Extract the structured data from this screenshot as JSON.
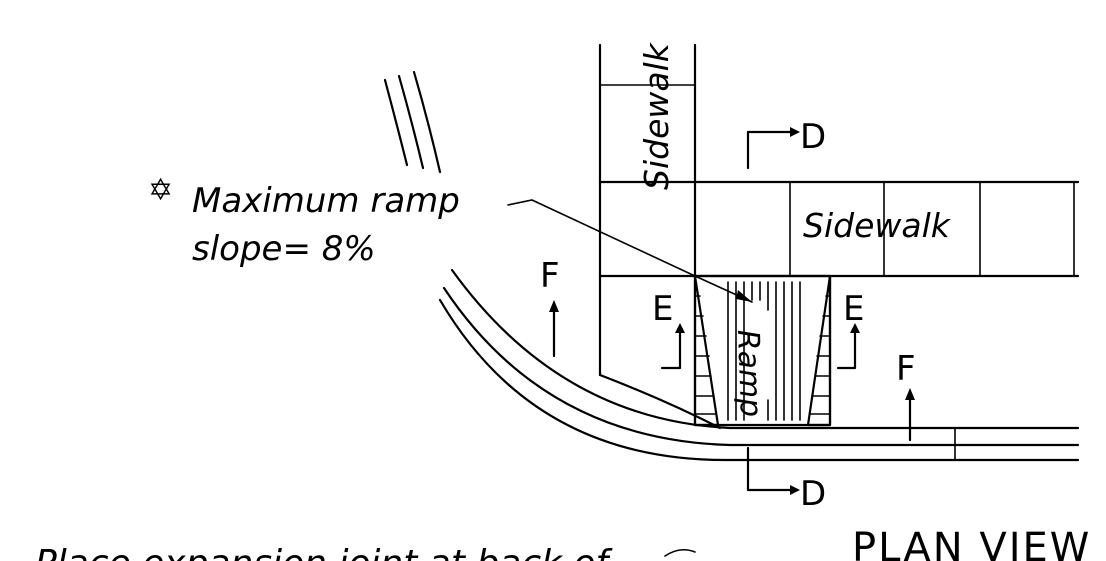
{
  "labels": {
    "sidewalk_vertical": "Sidewalk",
    "sidewalk_horizontal": "Sidewalk",
    "ramp": "Ramp",
    "note_line1": "Maximum ramp",
    "note_line2": "slope= 8%",
    "note_symbol": "✡",
    "bottom_note": "Place expansion joint at back of",
    "plan_view": "PLAN VIEW",
    "section_d_top": "D",
    "section_d_bottom": "D",
    "section_e_left": "E",
    "section_e_right": "E",
    "section_f_left": "F",
    "section_f_right": "F"
  },
  "colors": {
    "ink": "#000000",
    "paper": "#ffffff"
  }
}
